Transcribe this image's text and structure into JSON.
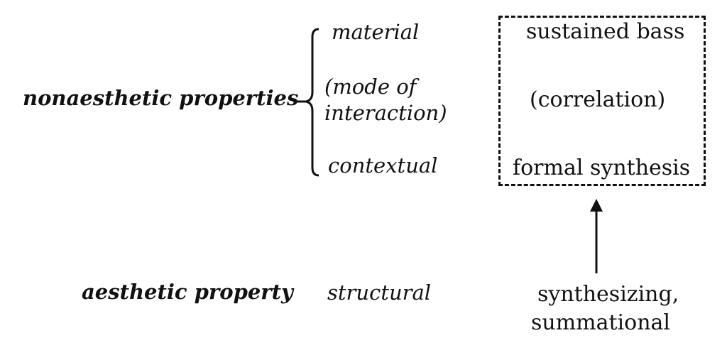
{
  "left_labels": {
    "nonaesthetic": "nonaesthetic  properties",
    "aesthetic": "aesthetic property"
  },
  "middle_labels": {
    "material": "material",
    "mode_line1": "(mode of",
    "mode_line2": "interaction)",
    "contextual": "contextual",
    "structural": "structural"
  },
  "box_labels": {
    "sustained_bass": "sustained bass",
    "correlation": "(correlation)",
    "formal_synthesis": "formal synthesis"
  },
  "bottom_right": {
    "line1": "synthesizing,",
    "line2": "summational"
  }
}
